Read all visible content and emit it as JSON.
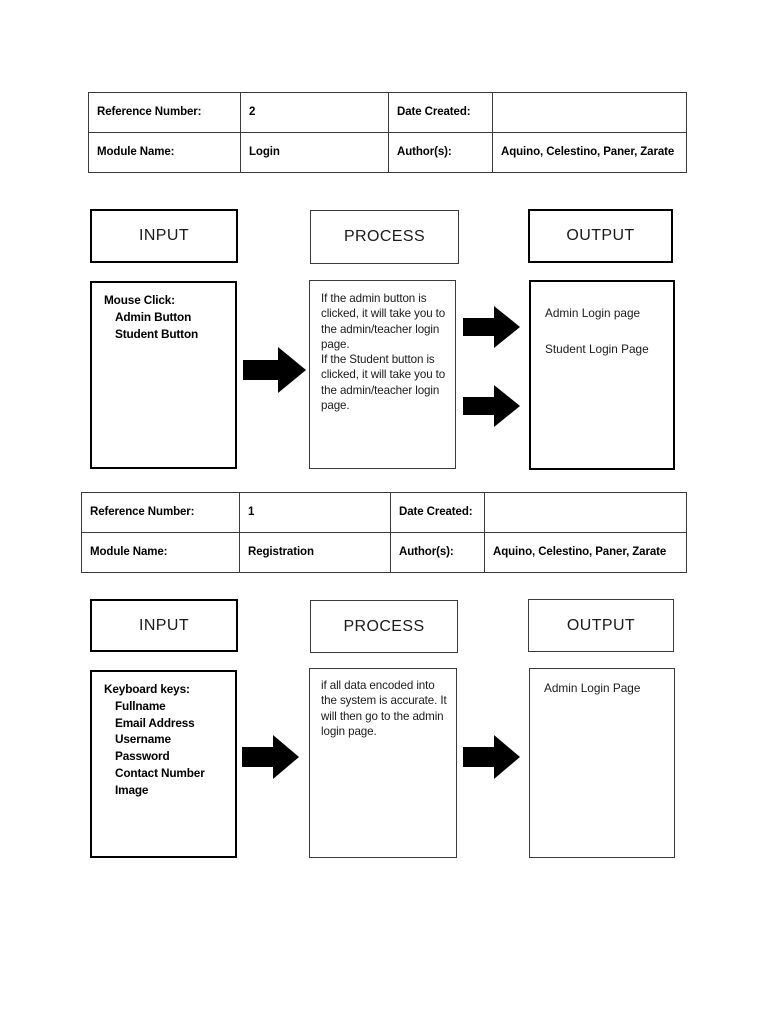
{
  "document": {
    "type": "IPO Chart",
    "row_labels": {
      "reference_number": "Reference Number:",
      "date_created": "Date Created:",
      "module_name": "Module Name:",
      "authors": "Author(s):"
    },
    "column_headers": {
      "input": "INPUT",
      "process": "PROCESS",
      "output": "OUTPUT"
    }
  },
  "sections": [
    {
      "spec": {
        "reference_number_label": "Reference Number:",
        "reference_number_value": "2",
        "date_created_label": "Date Created:",
        "date_created_value": "",
        "module_name_label": "Module Name:",
        "module_name_value": "Login",
        "authors_label": "Author(s):",
        "authors_value": "Aquino, Celestino, Paner, Zarate"
      },
      "headers": {
        "input": "INPUT",
        "process": "PROCESS",
        "output": "OUTPUT"
      },
      "input": {
        "title": "Mouse Click:",
        "items": [
          "Admin Button",
          "Student Button"
        ]
      },
      "process": {
        "text": "If the admin button is clicked, it will take you to the admin/teacher login page.\nIf the Student button is clicked, it will take you to the admin/teacher login page."
      },
      "output": {
        "lines": [
          "Admin Login page",
          "Student Login Page"
        ]
      },
      "arrows": [
        {
          "name": "arrow-input-to-process",
          "direction": "right"
        },
        {
          "name": "arrow-process-to-output-top",
          "direction": "right"
        },
        {
          "name": "arrow-process-to-output-bottom",
          "direction": "right"
        }
      ]
    },
    {
      "spec": {
        "reference_number_label": "Reference Number:",
        "reference_number_value": "1",
        "date_created_label": "Date Created:",
        "date_created_value": "",
        "module_name_label": "Module Name:",
        "module_name_value": "Registration",
        "authors_label": "Author(s):",
        "authors_value": "Aquino, Celestino, Paner, Zarate"
      },
      "headers": {
        "input": "INPUT",
        "process": "PROCESS",
        "output": "OUTPUT"
      },
      "input": {
        "title": "Keyboard keys:",
        "items": [
          "Fullname",
          "Email Address",
          "Username",
          "Password",
          "Contact Number",
          "Image"
        ]
      },
      "process": {
        "text": "if all data encoded into the system is accurate. It will then go to the admin login page."
      },
      "output": {
        "lines": [
          "Admin Login Page"
        ]
      },
      "arrows": [
        {
          "name": "arrow-input-to-process",
          "direction": "right"
        },
        {
          "name": "arrow-process-to-output",
          "direction": "right"
        }
      ]
    }
  ],
  "colors": {
    "page_background": "#ffffff",
    "text": "#000000",
    "muted_text": "#1a1a1a",
    "border_thick": "#000000",
    "border_thin": "#3a3a3a",
    "arrow_fill": "#000000"
  }
}
